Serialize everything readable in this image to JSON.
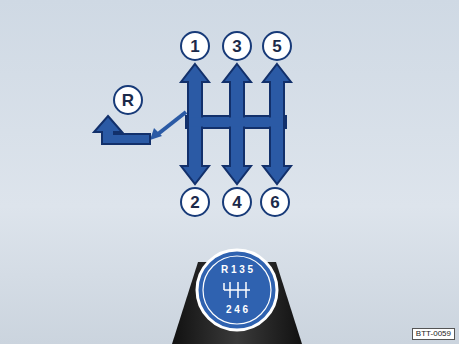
{
  "diagram": {
    "nodes": [
      {
        "text": [
          "1"
        ]
      },
      {
        "text": [
          "3"
        ]
      },
      {
        "text": [
          "5"
        ]
      },
      {
        "text": [
          "R"
        ]
      },
      {
        "text": [
          "2"
        ]
      },
      {
        "text": [
          "4"
        ]
      },
      {
        "text": [
          "6"
        ]
      },
      {
        "text": [
          "R 1 3 5",
          "2 4 6"
        ]
      }
    ],
    "labels": [
      "BTT-0059"
    ]
  }
}
